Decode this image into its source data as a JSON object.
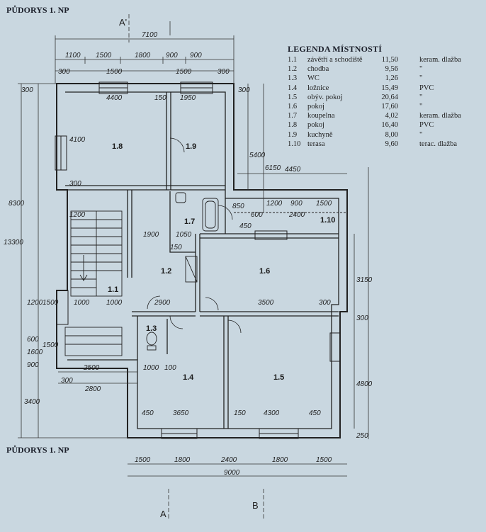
{
  "title": "PŮDORYS 1. NP",
  "page_label": "PŮDORYS 1. NP",
  "legend": {
    "title": "LEGENDA MÍSTNOSTÍ",
    "rows": [
      {
        "id": "1.1",
        "name": "závětří a schodiště",
        "area": "11,50",
        "material": "keram. dlažba"
      },
      {
        "id": "1.2",
        "name": "chodba",
        "area": "9,56",
        "material": "\""
      },
      {
        "id": "1.3",
        "name": "WC",
        "area": "1,26",
        "material": "\""
      },
      {
        "id": "1.4",
        "name": "ložnice",
        "area": "15,49",
        "material": "PVC"
      },
      {
        "id": "1.5",
        "name": "obýv. pokoj",
        "area": "20,64",
        "material": "\""
      },
      {
        "id": "1.6",
        "name": "pokoj",
        "area": "17,60",
        "material": "\""
      },
      {
        "id": "1.7",
        "name": "koupelna",
        "area": "4,02",
        "material": "keram. dlažba"
      },
      {
        "id": "1.8",
        "name": "pokoj",
        "area": "16,40",
        "material": "PVC"
      },
      {
        "id": "1.9",
        "name": "kuchyně",
        "area": "8,00",
        "material": "\""
      },
      {
        "id": "1.10",
        "name": "terasa",
        "area": "9,60",
        "material": "terac. dlažba"
      }
    ]
  },
  "rooms": {
    "r18": "1.8",
    "r19": "1.9",
    "r17": "1.7",
    "r12": "1.2",
    "r11": "1.1",
    "r16": "1.6",
    "r13": "1.3",
    "r14": "1.4",
    "r15": "1.5",
    "r110": "1.10"
  },
  "section_marks": {
    "a_top": "A'",
    "a_bottom": "A",
    "b_bottom": "B"
  },
  "dims": {
    "top_total": "7100",
    "top_1100": "1100",
    "top_1500a": "1500",
    "top_1800": "1800",
    "top_900": "900",
    "top_900b": "900",
    "top_300a": "300",
    "top_1500b": "1500",
    "top_1500c": "1500",
    "top_300b": "300",
    "in_4400": "4400",
    "in_150": "150",
    "in_1950": "1950",
    "in_4100": "4100",
    "in_300a": "300",
    "in_300b": "300",
    "in_300c": "300",
    "right_5400": "5400",
    "right_6150": "6150",
    "right_4450": "4450",
    "ter_850": "850",
    "ter_1200": "1200",
    "ter_900": "900",
    "ter_1500": "1500",
    "ter_450": "450",
    "ter_600": "600",
    "ter_2400": "2400",
    "in_1200": "1200",
    "in_1900": "1900",
    "in_1050": "1050",
    "in_150b": "150",
    "left_8300": "8300",
    "left_13300": "13300",
    "in_1000a": "1000",
    "in_1000b": "1000",
    "in_2900": "2900",
    "in_3500": "3500",
    "in_300d": "300",
    "left_1200": "1200",
    "left_1500": "1500",
    "left_600": "600",
    "left_1600": "1600",
    "left_900": "900",
    "left_1500b": "1500",
    "left_3400": "3400",
    "in_2500": "2500",
    "in_300e": "300",
    "in_2800": "2800",
    "in_1000c": "1000",
    "in_100": "100",
    "in_450a": "450",
    "in_3650": "3650",
    "in_150c": "150",
    "in_4300": "4300",
    "in_450b": "450",
    "right_3150": "3150",
    "right_300": "300",
    "right_4800": "4800",
    "right_250": "250",
    "bot_1500a": "1500",
    "bot_1800a": "1800",
    "bot_2400": "2400",
    "bot_1800b": "1800",
    "bot_1500b": "1500",
    "bot_total": "9000"
  }
}
